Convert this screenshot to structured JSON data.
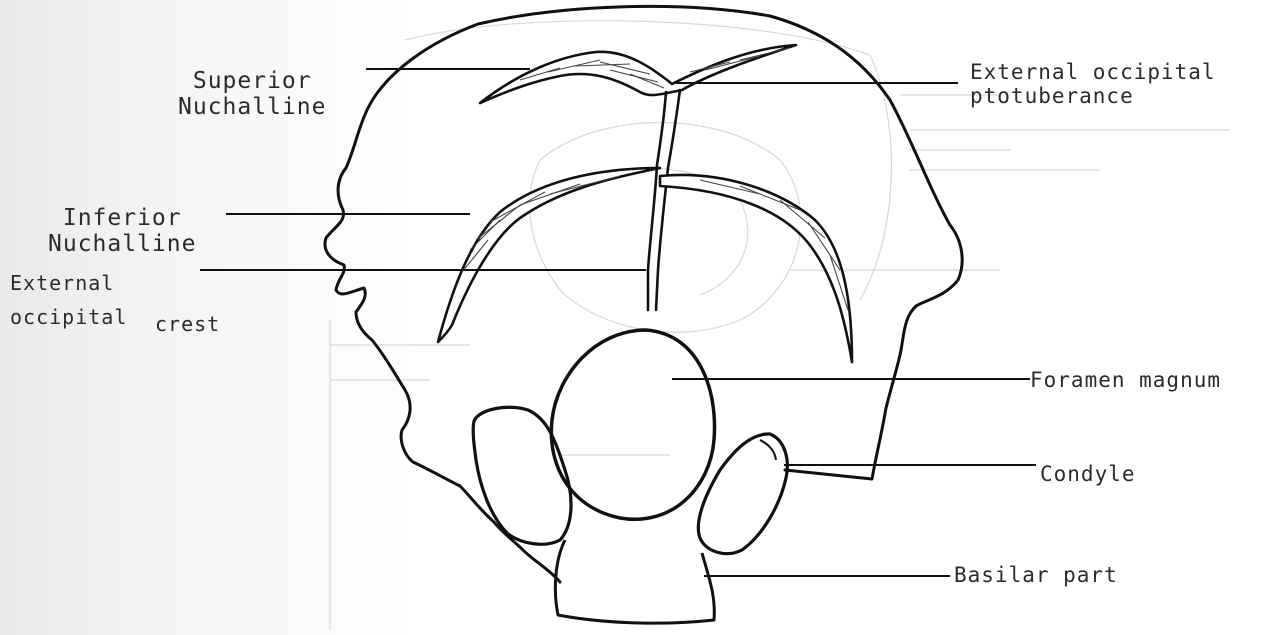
{
  "labels": {
    "superior_nuchal_line": {
      "line1": "Superior",
      "line2": "Nuchalline"
    },
    "inferior_nuchal_line": {
      "line1": "Inferior",
      "line2": "Nuchalline"
    },
    "external_occipital_crest": {
      "line1": "External",
      "line2": "occipital",
      "line2_tail": "crest"
    },
    "external_occipital_protuberance": {
      "line1": "External occipital",
      "line2": "ptotuberance"
    },
    "foramen_magnum": "Foramen magnum",
    "condyle": "Condyle",
    "basilar_part": "Basilar part"
  },
  "colors": {
    "ink": "#111111",
    "label_text": "#2b2b2b",
    "shading": "#444444",
    "faint_background": "#d6d6d6"
  }
}
